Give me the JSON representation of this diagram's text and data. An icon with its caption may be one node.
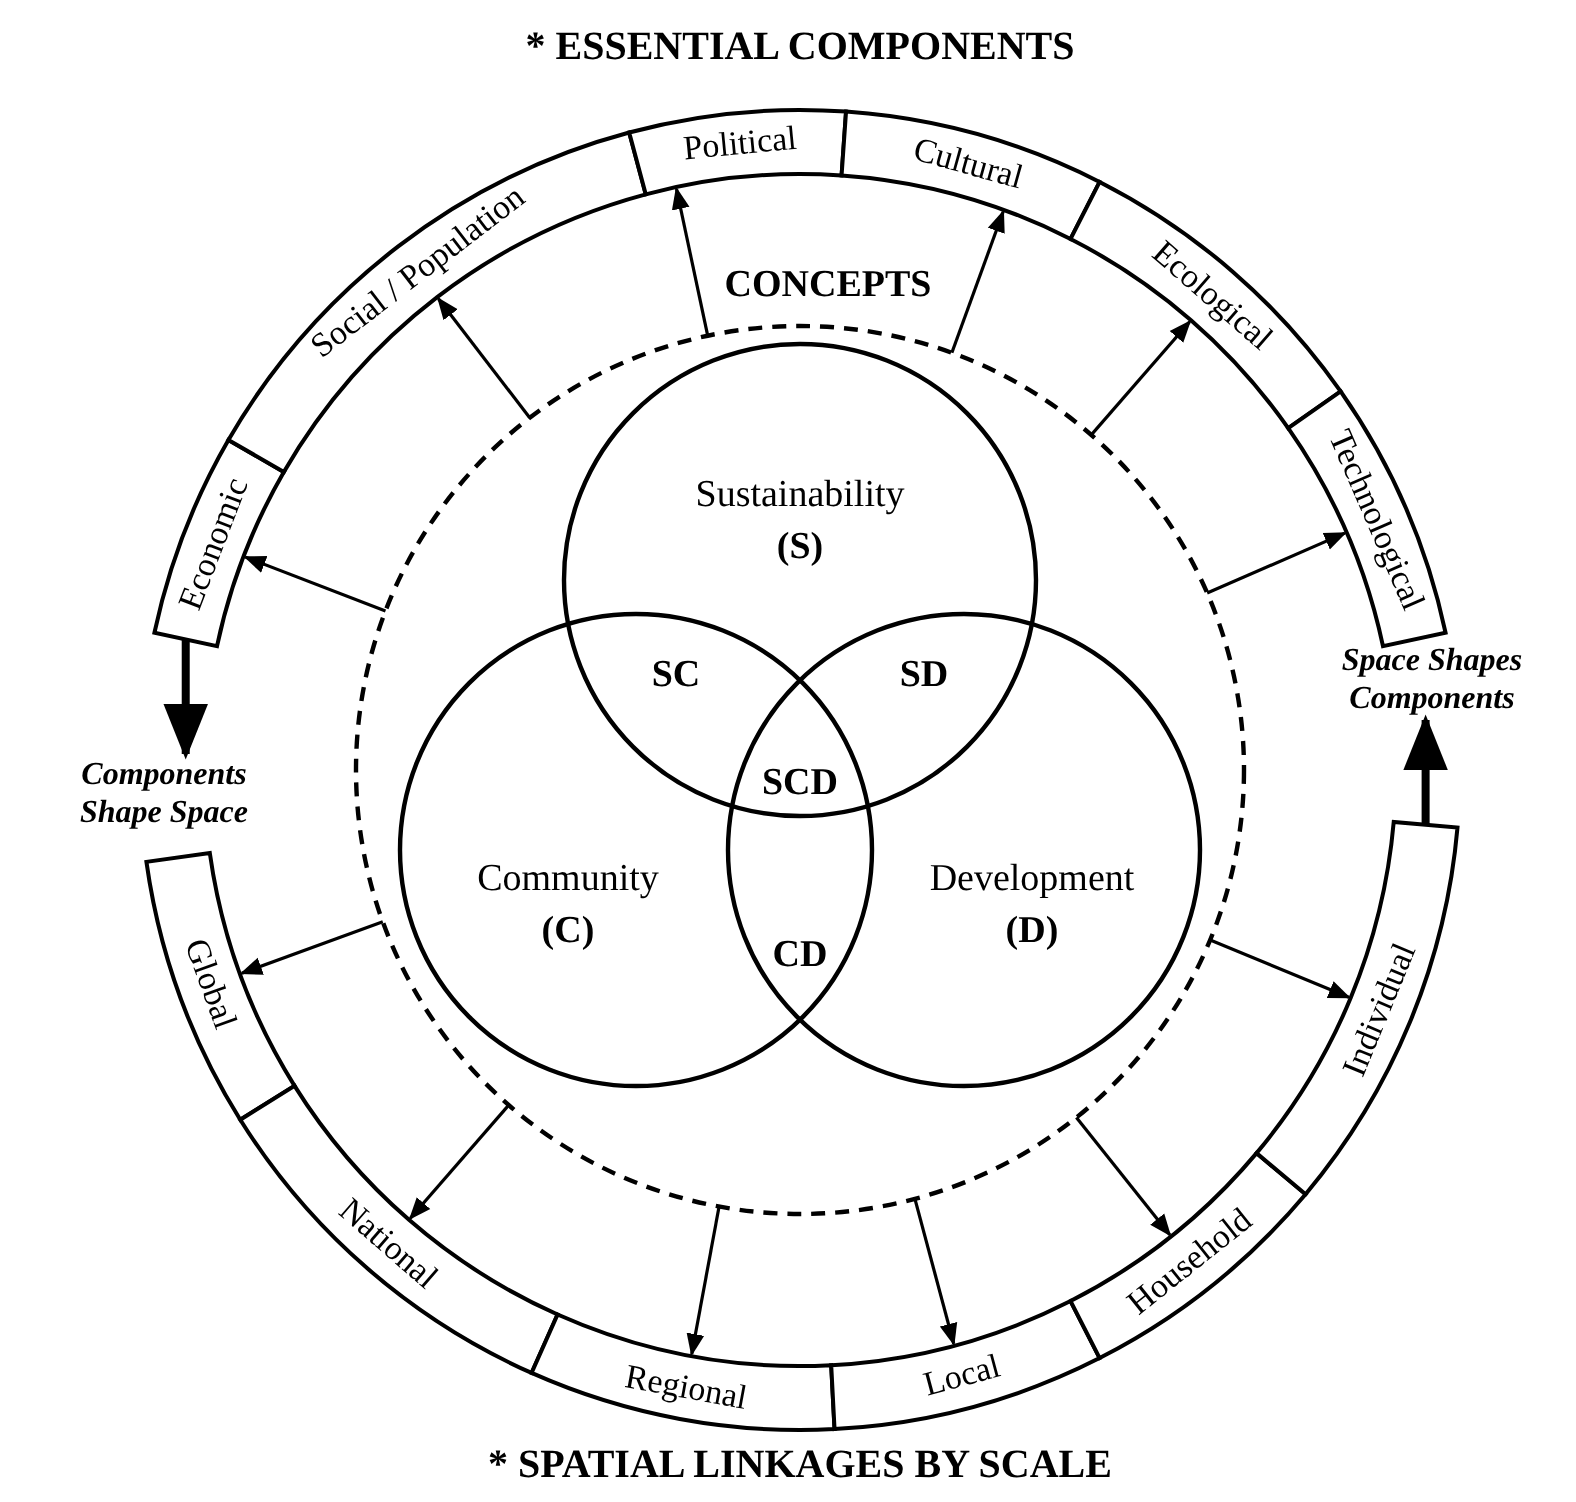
{
  "diagram": {
    "nodes": [
      {
        "text": [
          "CONCEPTS"
        ]
      },
      {
        "text": [
          "Sustainability",
          "(S)"
        ],
        "in": 0
      },
      {
        "text": [
          "Community",
          "(C)"
        ],
        "in": 0
      },
      {
        "text": [
          "Development",
          "(D)"
        ],
        "in": 0
      },
      {
        "text": [
          "Economic"
        ]
      },
      {
        "text": [
          "Social / Population"
        ]
      },
      {
        "text": [
          "Political"
        ]
      },
      {
        "text": [
          "Cultural"
        ]
      },
      {
        "text": [
          "Ecological"
        ]
      },
      {
        "text": [
          "Technological"
        ]
      },
      {
        "text": [
          "Global"
        ]
      },
      {
        "text": [
          "National"
        ]
      },
      {
        "text": [
          "Regional"
        ]
      },
      {
        "text": [
          "Local"
        ]
      },
      {
        "text": [
          "Household"
        ]
      },
      {
        "text": [
          "Individual"
        ]
      },
      {
        "text": [
          "Components Shape Space"
        ]
      },
      {
        "text": [
          "Space Shapes Components"
        ]
      }
    ],
    "edges": [
      {
        "from": 0,
        "to": 4,
        "arrow": "to"
      },
      {
        "from": 0,
        "to": 5,
        "arrow": "to"
      },
      {
        "from": 0,
        "to": 6,
        "arrow": "to"
      },
      {
        "from": 0,
        "to": 7,
        "arrow": "to"
      },
      {
        "from": 0,
        "to": 8,
        "arrow": "to"
      },
      {
        "from": 0,
        "to": 9,
        "arrow": "to"
      },
      {
        "from": 0,
        "to": 10,
        "arrow": "to"
      },
      {
        "from": 0,
        "to": 11,
        "arrow": "to"
      },
      {
        "from": 0,
        "to": 12,
        "arrow": "to"
      },
      {
        "from": 0,
        "to": 13,
        "arrow": "to"
      },
      {
        "from": 0,
        "to": 14,
        "arrow": "to"
      },
      {
        "from": 0,
        "to": 15,
        "arrow": "to"
      },
      {
        "from": 4,
        "to": 16,
        "arrow": "to",
        "style": "thick"
      },
      {
        "from": 15,
        "to": 17,
        "arrow": "to",
        "style": "thick"
      }
    ],
    "labels": [
      "* ESSENTIAL COMPONENTS",
      "SC",
      "SD",
      "SCD",
      "CD",
      "* SPATIAL LINKAGES BY SCALE"
    ]
  }
}
